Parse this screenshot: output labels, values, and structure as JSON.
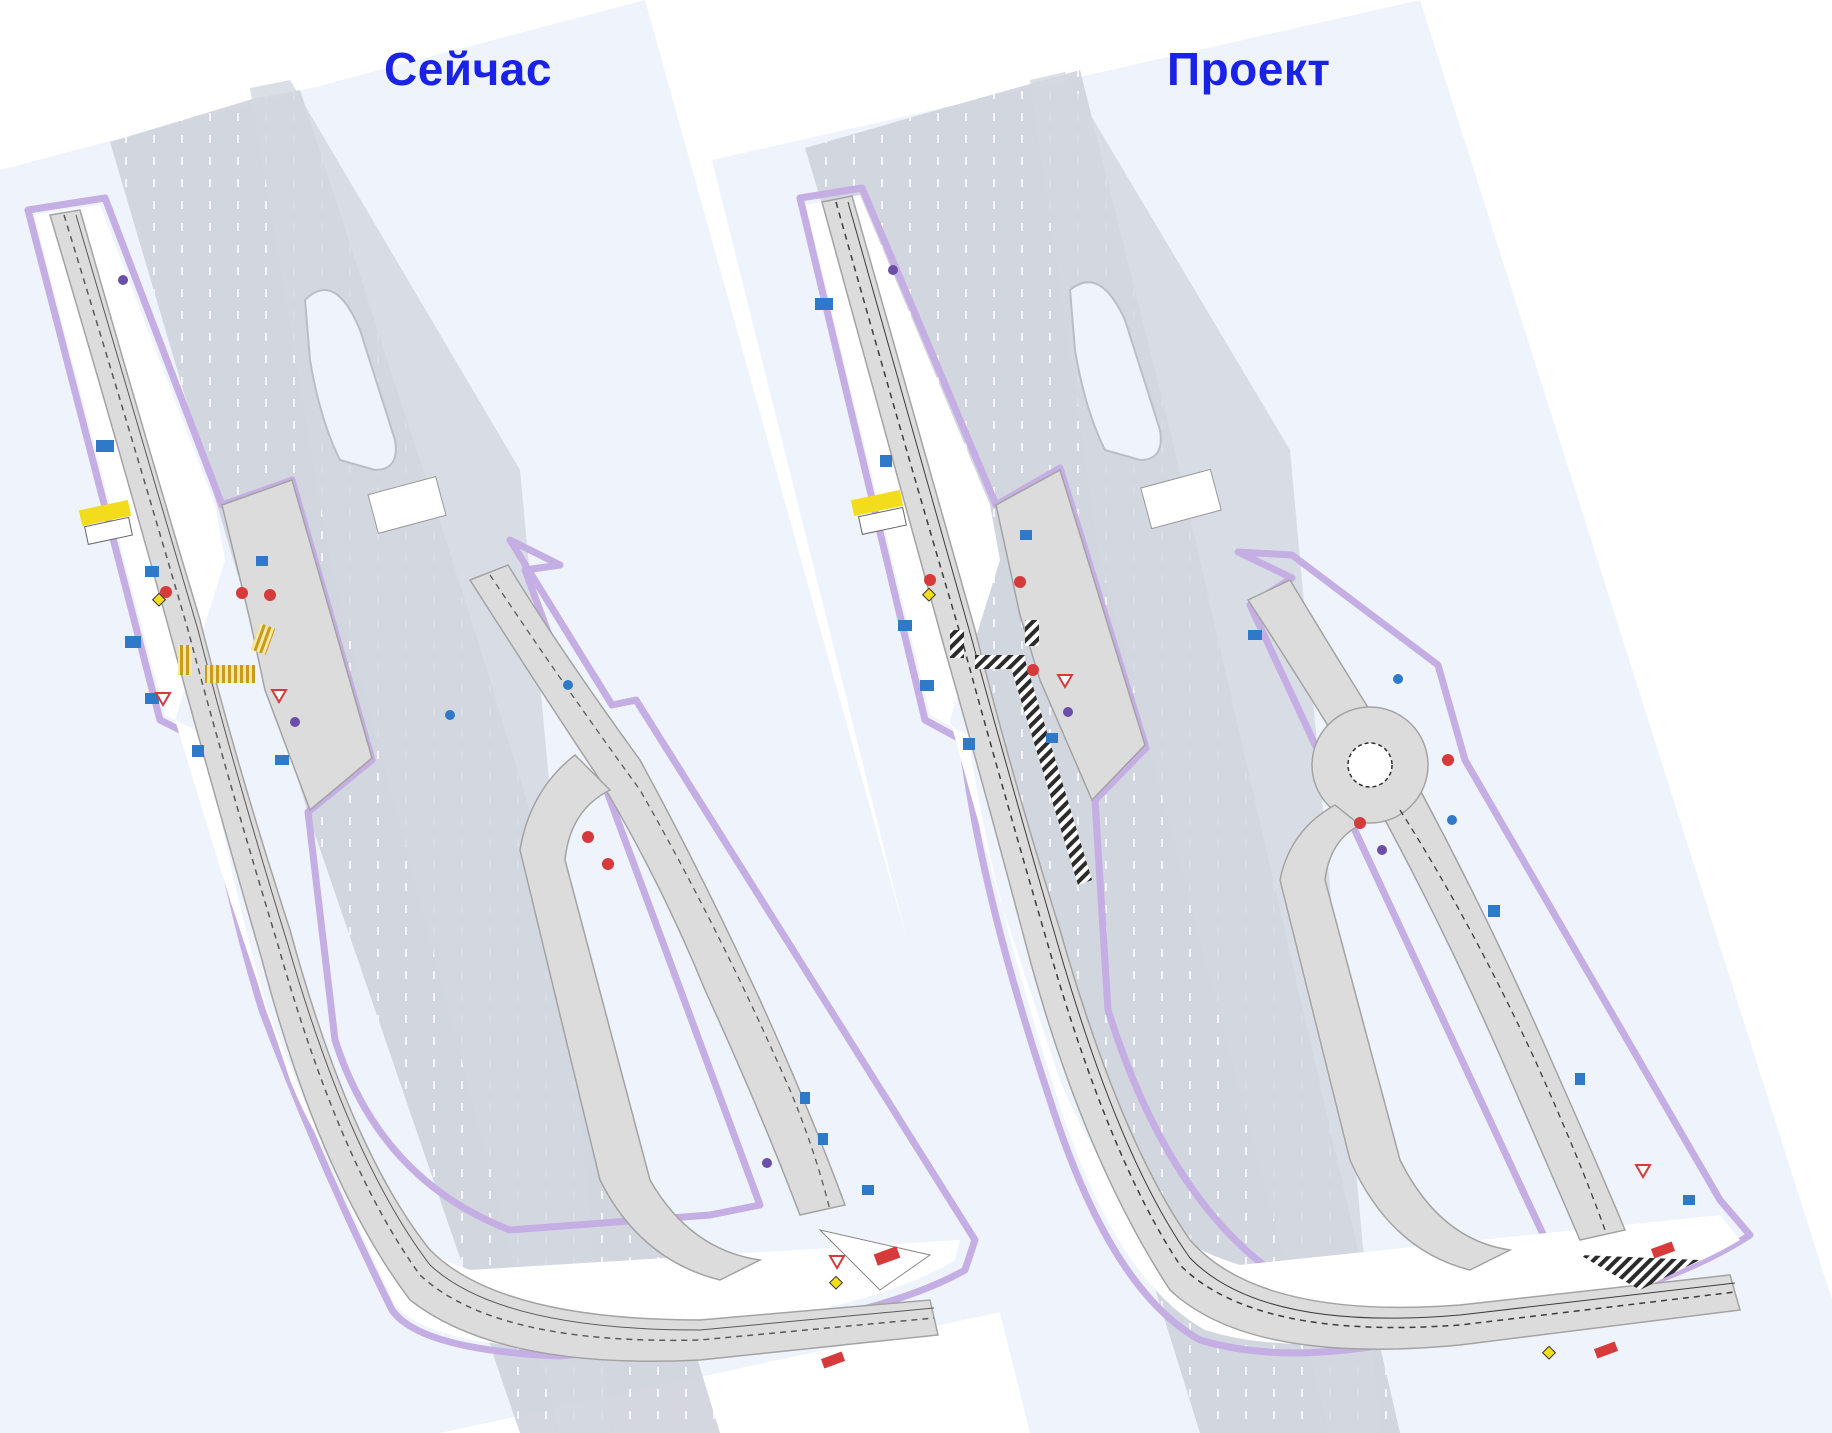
{
  "panels": [
    {
      "id": "current",
      "title": "Сейчас"
    },
    {
      "id": "project",
      "title": "Проект"
    }
  ],
  "colors": {
    "title": "#1a22e6",
    "background": "#ffffff",
    "paper": "#eef3fc",
    "project_boundary": "#c4aee3",
    "road_surface": "#dcdcdc",
    "road_edge": "#a3a3a3",
    "main_carriageway": "#cfd3dc",
    "sidewalk": "#ffffff",
    "sign_blue": "#2f79c9",
    "sign_red": "#d63a3a",
    "sign_yellow": "#f2dc1c",
    "crosswalk_yellow": "#d8b62a"
  },
  "sign_icons": [
    "direction-sign-icon",
    "no-entry-sign-icon",
    "yield-sign-icon",
    "no-stopping-sign-icon",
    "priority-road-sign-icon"
  ]
}
